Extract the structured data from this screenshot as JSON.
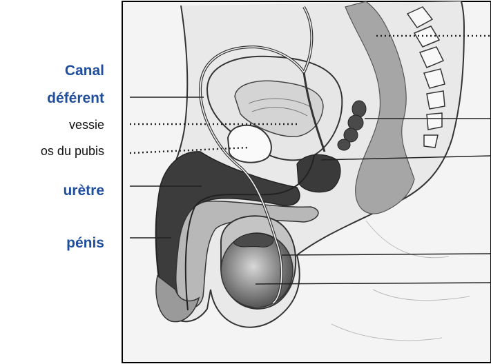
{
  "labels": {
    "canal_line1": "Canal",
    "canal_line2": "déférent",
    "vessie": "vessie",
    "pubis": "os du pubis",
    "uretre": "urètre",
    "penis": "pénis"
  },
  "colors": {
    "label_blue": "#1f4e9d",
    "text_black": "#111111",
    "frame": "#000000",
    "tissue_light": "#d6d6d6",
    "tissue_mid": "#9c9c9c",
    "tissue_dark": "#3c3c3c",
    "paper": "#f4f4f4"
  }
}
